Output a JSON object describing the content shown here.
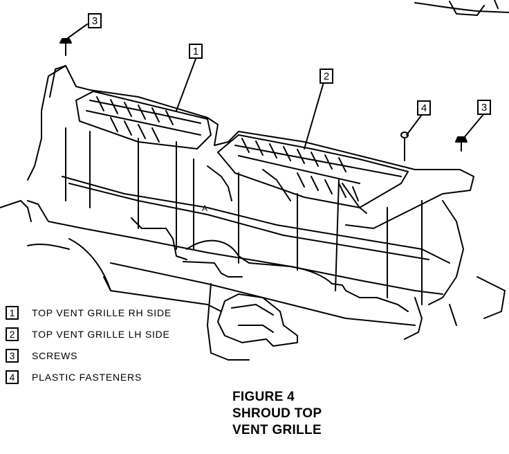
{
  "callouts": {
    "c1": "1",
    "c2": "2",
    "c3_left": "3",
    "c4": "4",
    "c3_right": "3"
  },
  "legend": [
    {
      "num": "1",
      "text": "TOP VENT GRILLE RH SIDE"
    },
    {
      "num": "2",
      "text": "TOP VENT GRILLE LH SIDE"
    },
    {
      "num": "3",
      "text": "SCREWS"
    },
    {
      "num": "4",
      "text": "PLASTIC FASTENERS"
    }
  ],
  "caption": {
    "line1": "FIGURE 4",
    "line2": "SHROUD TOP",
    "line3": "VENT GRILLE"
  },
  "annotations": {
    "view_letter": "A"
  }
}
